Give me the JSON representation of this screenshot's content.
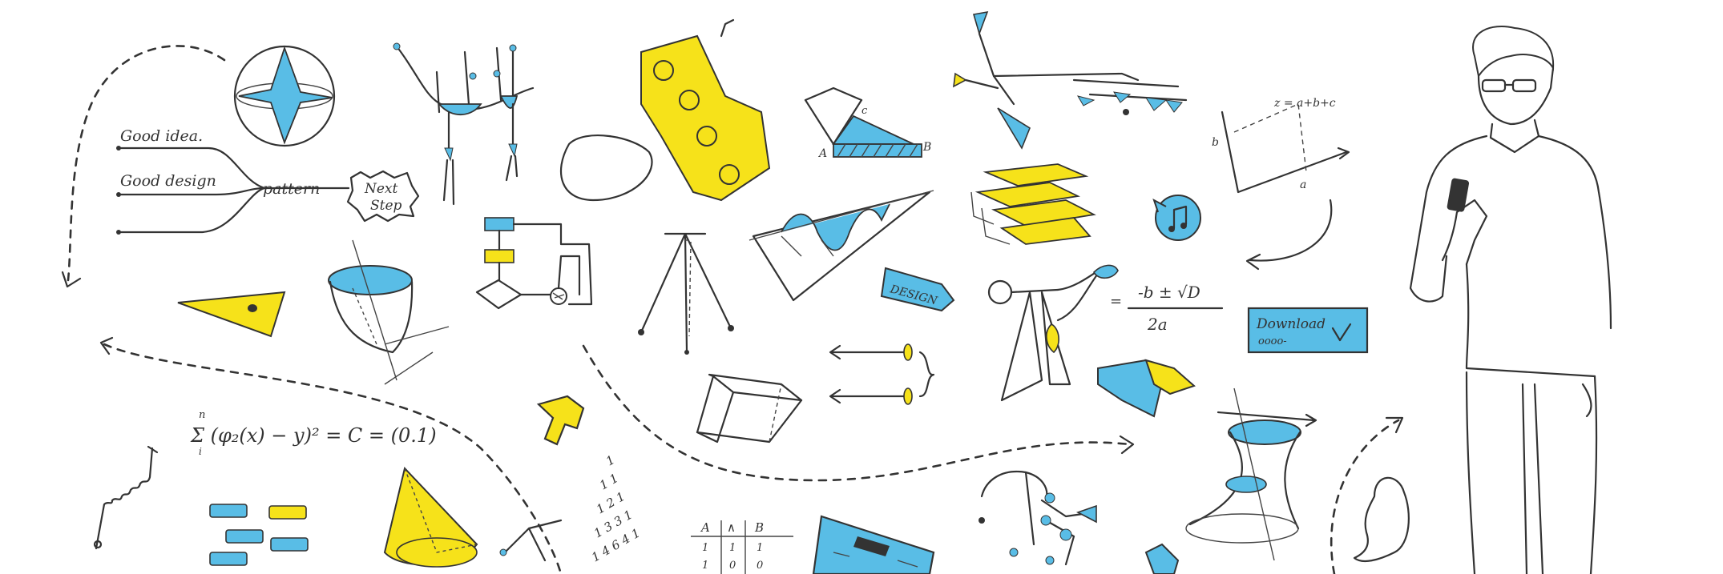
{
  "colors": {
    "blue": "#59bde6",
    "yellow": "#f6e21a",
    "ink": "#333333"
  },
  "tree": {
    "idea": "Good idea.",
    "design": "Good design",
    "pattern": "pattern",
    "next": "Next",
    "step": "Step"
  },
  "quadratic": {
    "numerator": "-b ± √D",
    "denominator": "2a"
  },
  "download": {
    "label": "Download",
    "dots": "oooo-"
  },
  "design_tag": "DESIGN",
  "sum_formula": "Σ (φ₂(x) − y)² = C = (0.1)",
  "sum_n": "n",
  "sum_i": "i",
  "plane": {
    "b": "b",
    "a": "a",
    "eq": "z = a+b+c"
  },
  "triangle": {
    "A": "A",
    "B": "B",
    "c": "c"
  },
  "truth_table": {
    "headers": [
      "A",
      "∧",
      "B"
    ],
    "rows": [
      [
        "1",
        "1",
        "1"
      ],
      [
        "1",
        "0",
        "0"
      ]
    ]
  },
  "pascal": [
    "1",
    "1 1",
    "1 2 1",
    "1 3 3 1",
    "1 4 6 4 1"
  ]
}
